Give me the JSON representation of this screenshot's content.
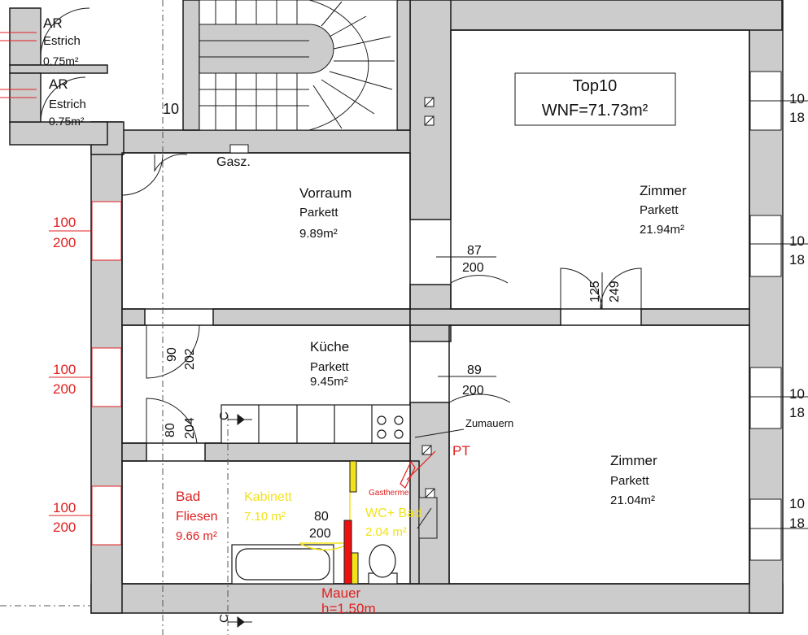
{
  "colors": {
    "wall": "#cccccc",
    "outline": "#1a1a1a",
    "red": "#e02020",
    "yellow": "#f2e21a",
    "redfill": "#ee1111"
  },
  "title_box": {
    "line1": "Top10",
    "line2": "WNF=71.73m²"
  },
  "ar_rooms": [
    {
      "name": "AR",
      "type": "Estrich",
      "area": "0.75m²"
    },
    {
      "name": "AR",
      "type": "Estrich",
      "area": "0.75m²"
    }
  ],
  "stair_number": "10",
  "gas_label": "Gasz.",
  "rooms": {
    "vorraum": {
      "name": "Vorraum",
      "floor": "Parkett",
      "area": "9.89m²"
    },
    "zimmer_top": {
      "name": "Zimmer",
      "floor": "Parkett",
      "area": "21.94m²"
    },
    "kueche": {
      "name": "Küche",
      "floor": "Parkett",
      "area": "9.45m²"
    },
    "zimmer_bottom": {
      "name": "Zimmer",
      "floor": "Parkett",
      "area": "21.04m²"
    },
    "bad": {
      "name": "Bad",
      "floor": "Fliesen",
      "area": "9.66 m²"
    },
    "kabinett": {
      "name": "Kabinett",
      "area": "7.10 m²"
    },
    "wc_bad": {
      "name": "WC+ Bad",
      "area": "2.04 m²"
    }
  },
  "doors": {
    "d1": {
      "w": "87",
      "h": "200"
    },
    "d2": {
      "w": "125",
      "h": "249"
    },
    "d3": {
      "w": "90",
      "h": "202"
    },
    "d4": {
      "w": "89",
      "h": "200"
    },
    "d5": {
      "w": "80",
      "h": "204"
    },
    "d6": {
      "w": "80",
      "h": "200"
    }
  },
  "windows_left": [
    {
      "w": "100",
      "h": "200"
    },
    {
      "w": "100",
      "h": "200"
    },
    {
      "w": "100",
      "h": "200"
    }
  ],
  "windows_right": [
    {
      "w": "10",
      "h": "18"
    },
    {
      "w": "10",
      "h": "18"
    },
    {
      "w": "10",
      "h": "18"
    },
    {
      "w": "10",
      "h": "18"
    }
  ],
  "annotations": {
    "zumauern": "Zumauern",
    "pt": "PT",
    "gastherme": "Gastherme",
    "mauer": "Mauer",
    "mauer_height": "h=1.50m",
    "section_mark": "C"
  }
}
